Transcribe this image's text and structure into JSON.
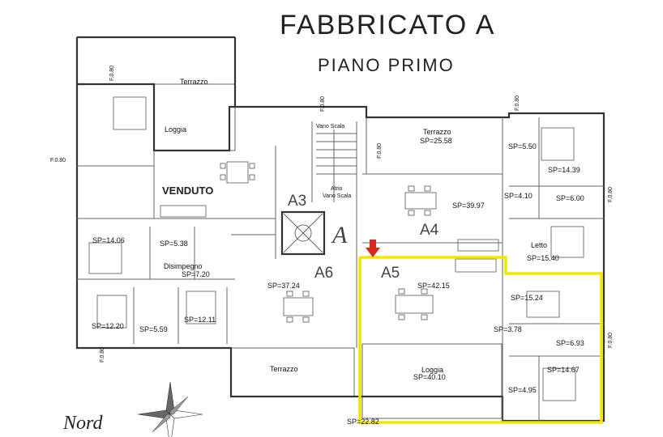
{
  "title": {
    "line1": "FABBRICATO A",
    "line2": "PIANO PRIMO"
  },
  "units": {
    "a3": "A3",
    "a4": "A4",
    "a5": "A5",
    "a6": "A6",
    "a_center": "A"
  },
  "sold_label": "VENDUTO",
  "compass_label": "Nord",
  "highlight_color": "#f2e600",
  "marker_color": "#d42a1f",
  "room_labels": {
    "terrazzo_nw": "Terrazzo",
    "loggia_w": "Loggia",
    "vano_scala": "Vano Scala",
    "atrio_line1": "Atrio",
    "atrio_line2": "Vano Scala",
    "terrazzo_n": "Terrazzo",
    "disimpegno": "Disimpegno",
    "letto": "Letto",
    "terrazzo_s": "Terrazzo",
    "loggia_s": "Loggia"
  },
  "surfaces": {
    "sp_25_58": "SP=25.58",
    "sp_5_50": "SP=5.50",
    "sp_14_39": "SP=14.39",
    "sp_4_10": "SP=4.10",
    "sp_6_00": "SP=6.00",
    "sp_39_97": "SP=39.97",
    "sp_15_40": "SP=15.40",
    "sp_14_06": "SP=14.06",
    "sp_5_38": "SP=5.38",
    "sp_7_20": "SP=7.20",
    "sp_37_24": "SP=37.24",
    "sp_42_15": "SP=42.15",
    "sp_15_24": "SP=15.24",
    "sp_3_78": "SP=3.78",
    "sp_6_93": "SP=6.93",
    "sp_14_67": "SP=14.67",
    "sp_4_95": "SP=4.95",
    "sp_12_20": "SP=12.20",
    "sp_5_59": "SP=5.59",
    "sp_12_11": "SP=12.11",
    "sp_40_10": "SP=40.10",
    "sp_22_82": "SP=22.82"
  },
  "window_tag": "F.0.80"
}
